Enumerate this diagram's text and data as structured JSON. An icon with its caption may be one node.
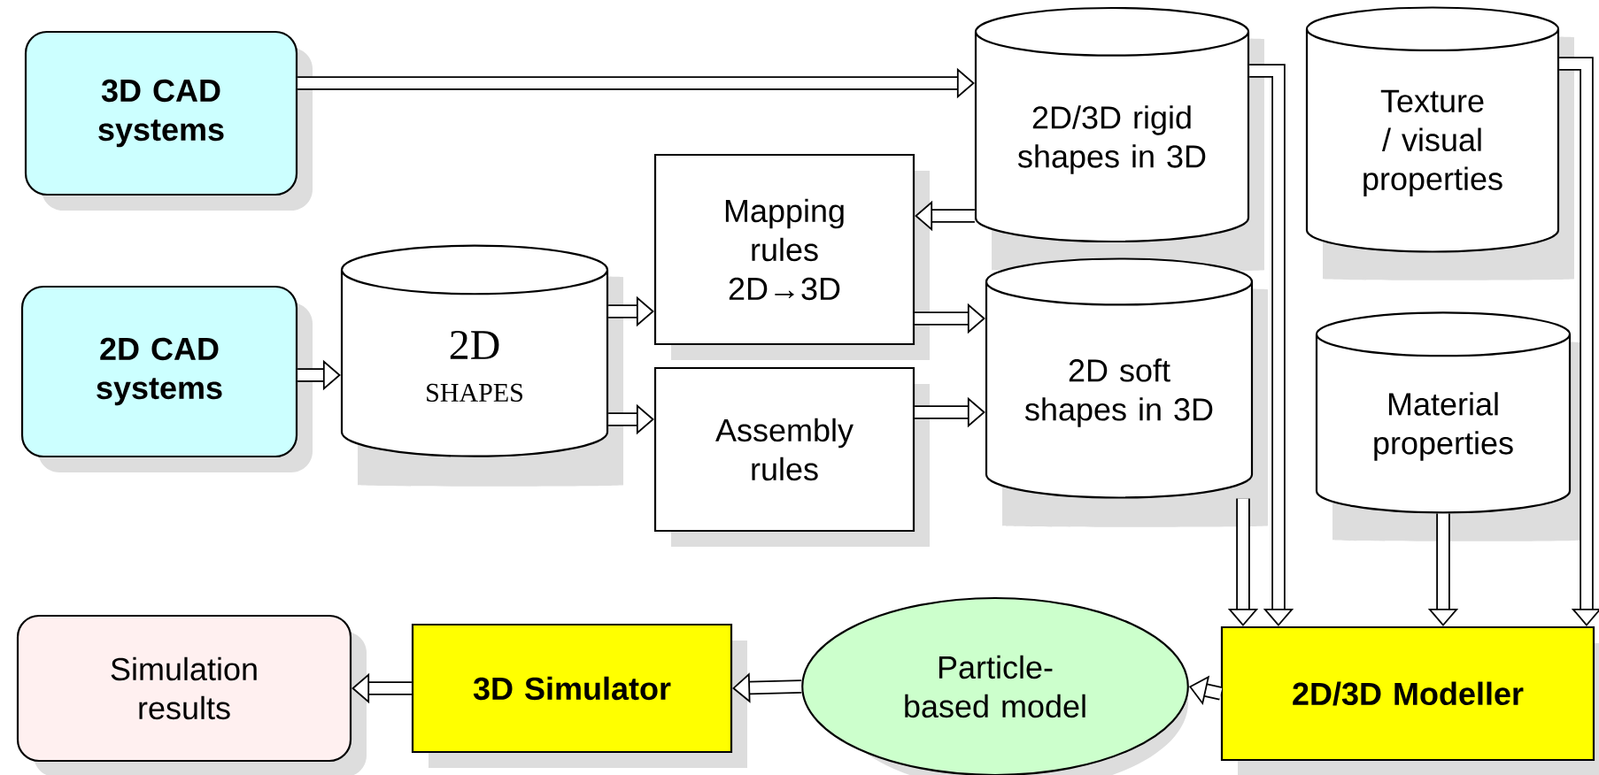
{
  "diagram": {
    "nodes": [
      {
        "text": [
          "3D CAD systems"
        ]
      },
      {
        "text": [
          "2D CAD systems"
        ]
      },
      {
        "text": [
          "2D",
          "SHAPES"
        ]
      },
      {
        "text": [
          "Mapping rules 2D→3D"
        ]
      },
      {
        "text": [
          "Assembly rules"
        ]
      },
      {
        "text": [
          "2D/3D rigid shapes in 3D"
        ]
      },
      {
        "text": [
          "2D soft shapes in 3D"
        ]
      },
      {
        "text": [
          "Texture / visual properties"
        ]
      },
      {
        "text": [
          "Material properties"
        ]
      },
      {
        "text": [
          "Simulation results"
        ]
      },
      {
        "text": [
          "3D Simulator"
        ]
      },
      {
        "text": [
          "Particle-based model"
        ]
      },
      {
        "text": [
          "2D/3D Modeller"
        ]
      }
    ],
    "edges": [
      {
        "from": 0,
        "to": 5,
        "arrow": "to"
      },
      {
        "from": 5,
        "to": 3,
        "arrow": "to"
      },
      {
        "from": 1,
        "to": 2,
        "arrow": "to"
      },
      {
        "from": 2,
        "to": 3,
        "arrow": "to"
      },
      {
        "from": 2,
        "to": 4,
        "arrow": "to"
      },
      {
        "from": 3,
        "to": 6,
        "arrow": "to"
      },
      {
        "from": 4,
        "to": 6,
        "arrow": "to"
      },
      {
        "from": 6,
        "to": 12,
        "arrow": "to"
      },
      {
        "from": 5,
        "to": 12,
        "arrow": "to"
      },
      {
        "from": 7,
        "to": 12,
        "arrow": "to"
      },
      {
        "from": 8,
        "to": 12,
        "arrow": "to"
      },
      {
        "from": 12,
        "to": 11,
        "arrow": "to"
      },
      {
        "from": 11,
        "to": 10,
        "arrow": "to"
      },
      {
        "from": 10,
        "to": 9,
        "arrow": "to"
      }
    ]
  }
}
